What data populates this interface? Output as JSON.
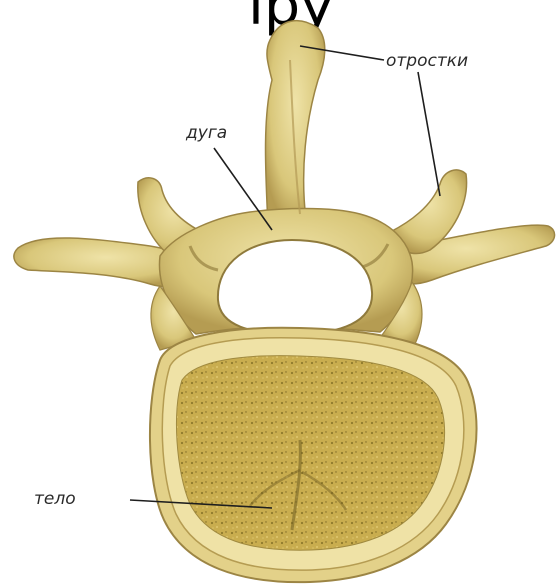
{
  "heading_fragment": "ipy",
  "labels": {
    "processes": "отростки",
    "arch": "дуга",
    "body": "тело"
  },
  "colors": {
    "bone": "#d9c77a",
    "bone_light": "#eee0a3",
    "bone_shadow": "#a8914a",
    "spongy": "#c9ad4f",
    "canal": "#ffffff",
    "line": "#1e1e1e"
  }
}
